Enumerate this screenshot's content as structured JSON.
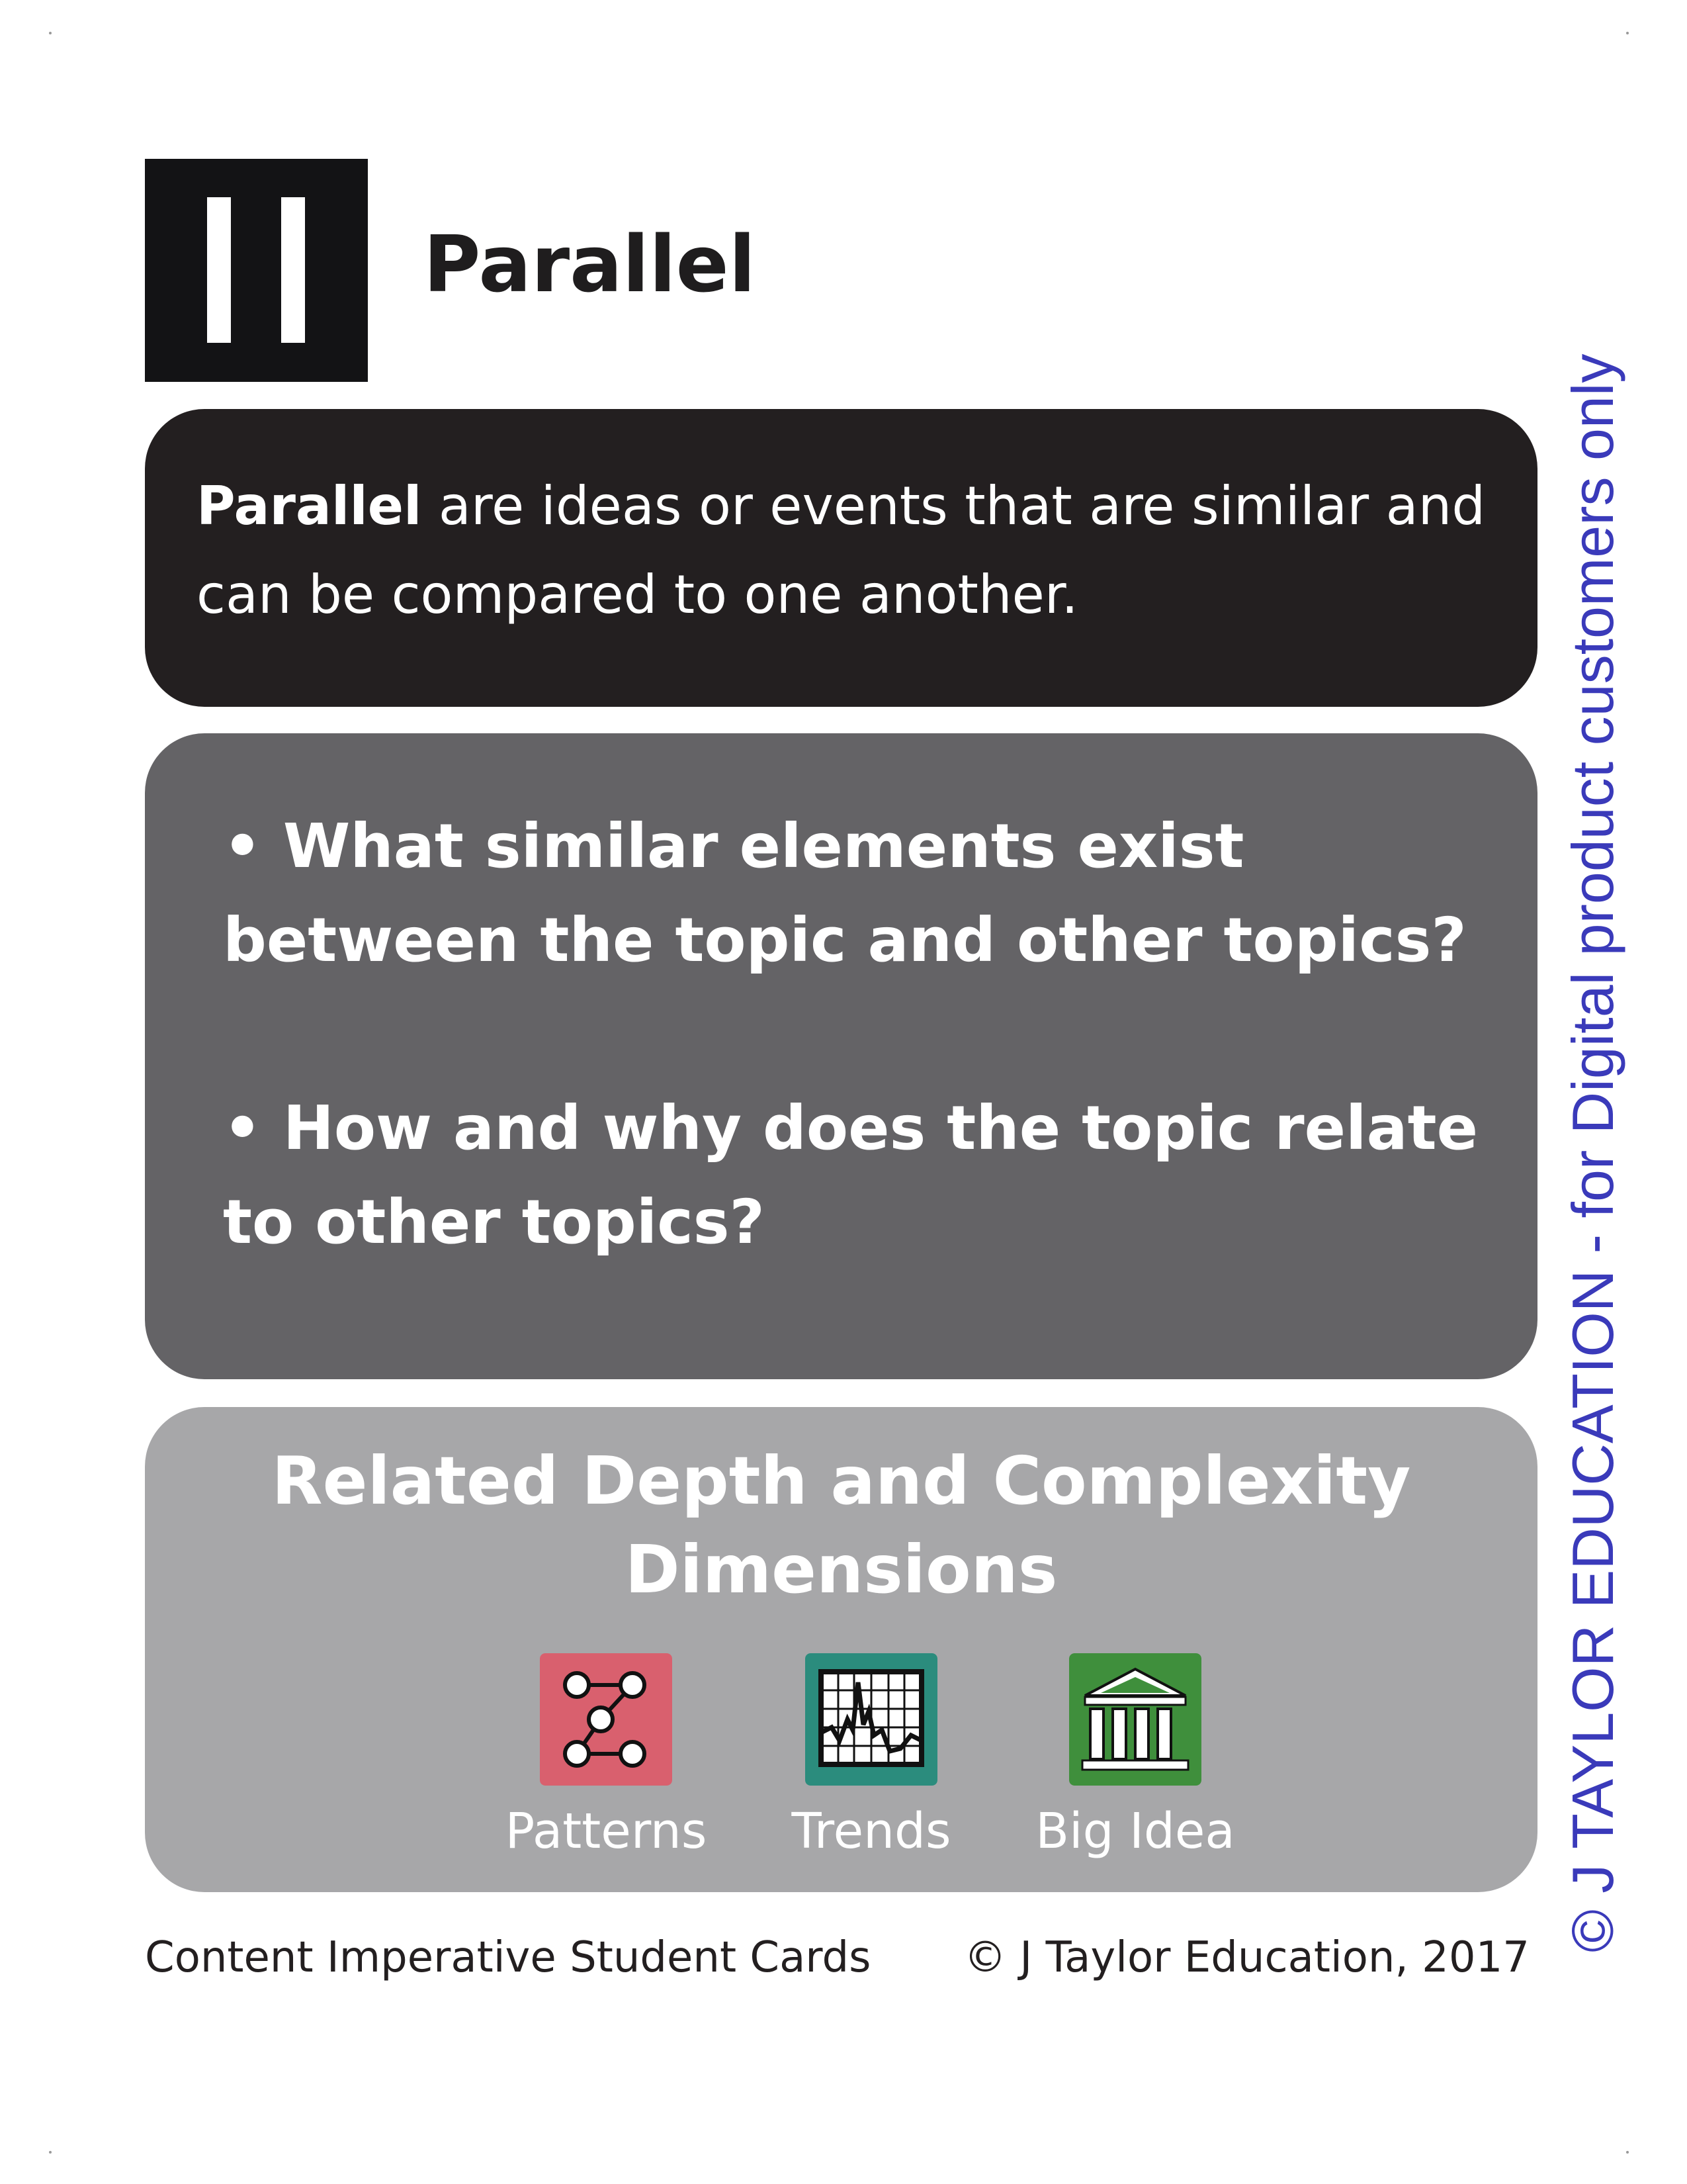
{
  "header": {
    "symbol_icon": "parallel-lines-icon",
    "title": "Parallel"
  },
  "definition": {
    "term": "Parallel",
    "text": " are ideas or events that are similar and can be compared to one another."
  },
  "questions": [
    "• What similar elements exist between the topic and other topics?",
    "• How and why does the topic relate to other topics?"
  ],
  "related": {
    "heading": "Related Depth and Complexity Dimensions",
    "items": [
      {
        "label": "Patterns",
        "icon": "patterns-icon",
        "color": "#d9606e"
      },
      {
        "label": "Trends",
        "icon": "trends-icon",
        "color": "#2b8c7d"
      },
      {
        "label": "Big Idea",
        "icon": "big-idea-icon",
        "color": "#3f8f3c"
      }
    ]
  },
  "footer": {
    "left": "Content Imperative Student Cards",
    "right": "© J Taylor Education, 2017"
  },
  "watermark": "© J TAYLOR EDUCATION - for Digital product customers only",
  "colors": {
    "definition_bg": "#231f20",
    "questions_bg": "#646366",
    "related_bg": "#a7a7a9",
    "watermark": "#3a3aba"
  }
}
